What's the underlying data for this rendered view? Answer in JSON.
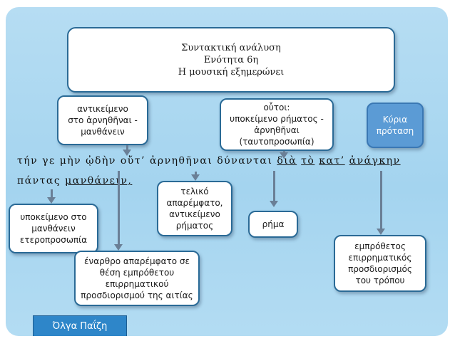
{
  "title": {
    "line1": "Συντακτική ανάλυση",
    "line2": "Ενότητα 6η",
    "line3": "Η μουσική εξημερώνει"
  },
  "greek_text": {
    "line1": {
      "w1": "τήν",
      "w2": "γε",
      "w3": "μὴν",
      "w4": "ᾠδὴν",
      "w5": "οὔτ’",
      "w6": "ἀρνηθῆναι",
      "w7": "δύνανται",
      "w8": "διὰ",
      "w9": "τὸ",
      "w10": "κατ’",
      "w11": "ἀνάγκην"
    },
    "line2": {
      "w1": "πάντας",
      "w2": "μανθάνειν,"
    }
  },
  "boxes": {
    "antikeimeno": {
      "line1": "αντικείμενο",
      "line2": "στο ἀρνηθῆναι -",
      "line3": "μανθάνειν"
    },
    "houtoi": {
      "line1": "οὗτοι:",
      "line2": "υποκείμενο ρήματος -",
      "line3": "ἀρνηθῆναι",
      "line4": "(ταυτοπροσωπία)"
    },
    "kyria": {
      "line1": "Κύρια",
      "line2": "πρόταση"
    },
    "teliko": {
      "line1": "τελικό",
      "line2": "απαρέμφατο,",
      "line3": "αντικείμενο",
      "line4": "ρήματος"
    },
    "rima": {
      "line1": "ρήμα"
    },
    "ypokeimeno": {
      "line1": "υποκείμενο στο",
      "line2": "μανθάνειν",
      "line3": "ετεροπροσωπία"
    },
    "enarthro": {
      "line1": "έναρθρο απαρέμφατο σε",
      "line2": "θέση εμπρόθετου",
      "line3": "επιρρηματικού",
      "line4": "προσδιορισμού της αιτίας"
    },
    "emprothetos": {
      "line1": "εμπρόθετος",
      "line2": "επιρρηματικός",
      "line3": "προσδιορισμός",
      "line4": "του τρόπου"
    }
  },
  "author": "Όλγα Παΐζη",
  "colors": {
    "background": "#a4d4ef",
    "box_border": "#2a6a96",
    "highlight_box": "#5b9bd5",
    "author_bar": "#2e86c9",
    "arrow": "#6a7f96"
  }
}
